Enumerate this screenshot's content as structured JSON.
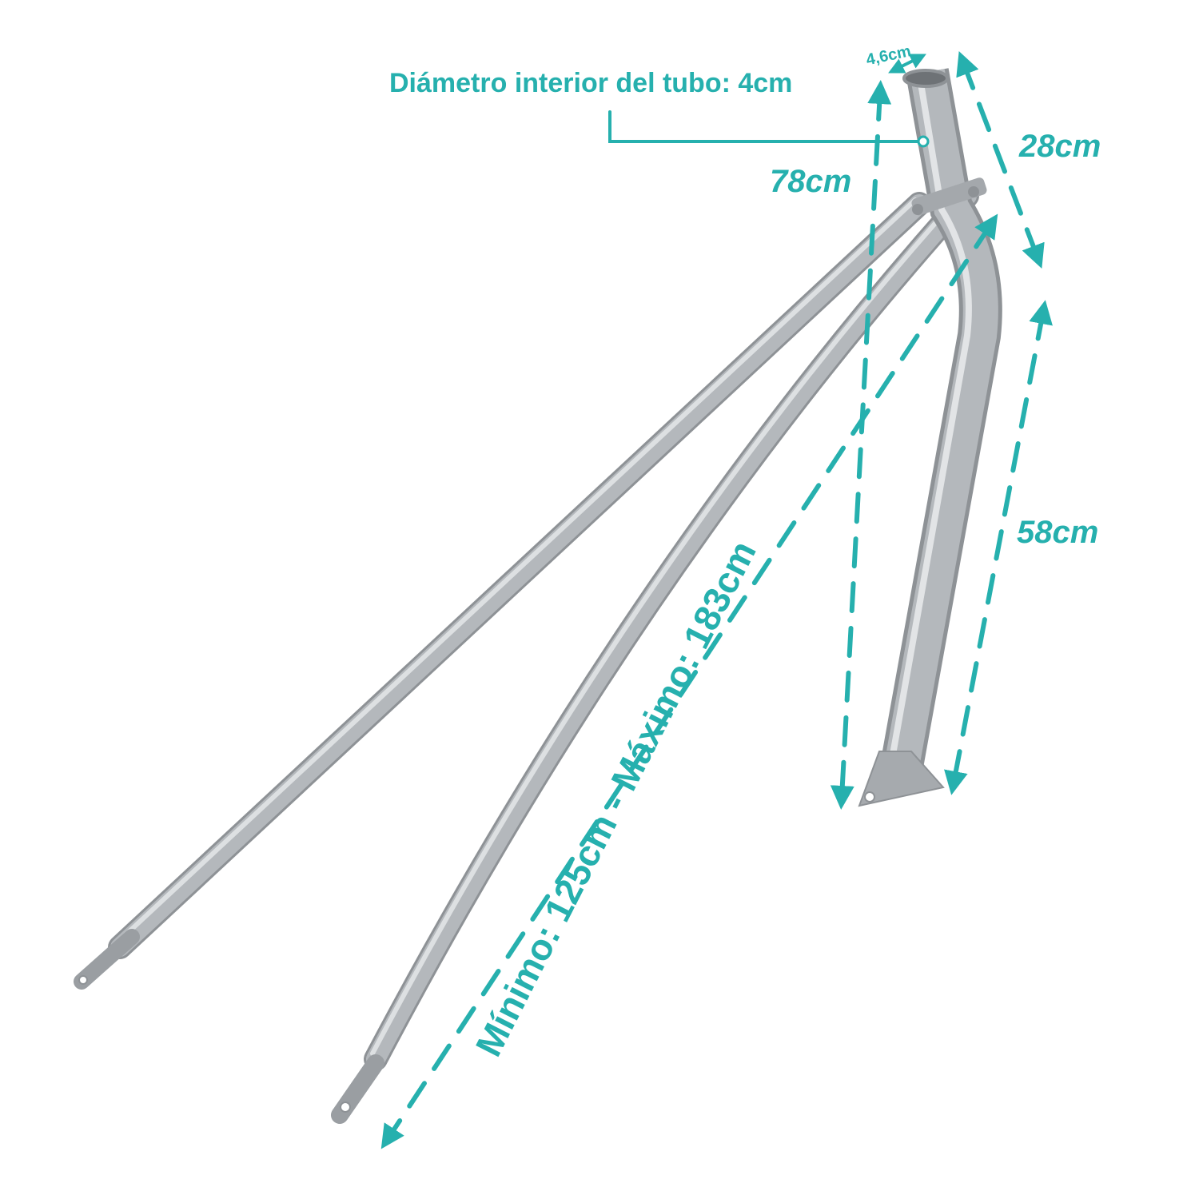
{
  "colors": {
    "accent": "#26B0AE",
    "metal": "#B4B8BC",
    "metal_dark": "#8E9296",
    "metal_light": "#E2E4E6"
  },
  "labels": {
    "inner_diameter": "Diámetro interior del tubo: 4cm",
    "outer_diameter": "4,6cm",
    "top_section": "28cm",
    "total_height": "78cm",
    "lower_section": "58cm",
    "strut_range": "Mínimo: 125cm - Máximo: 183cm"
  }
}
